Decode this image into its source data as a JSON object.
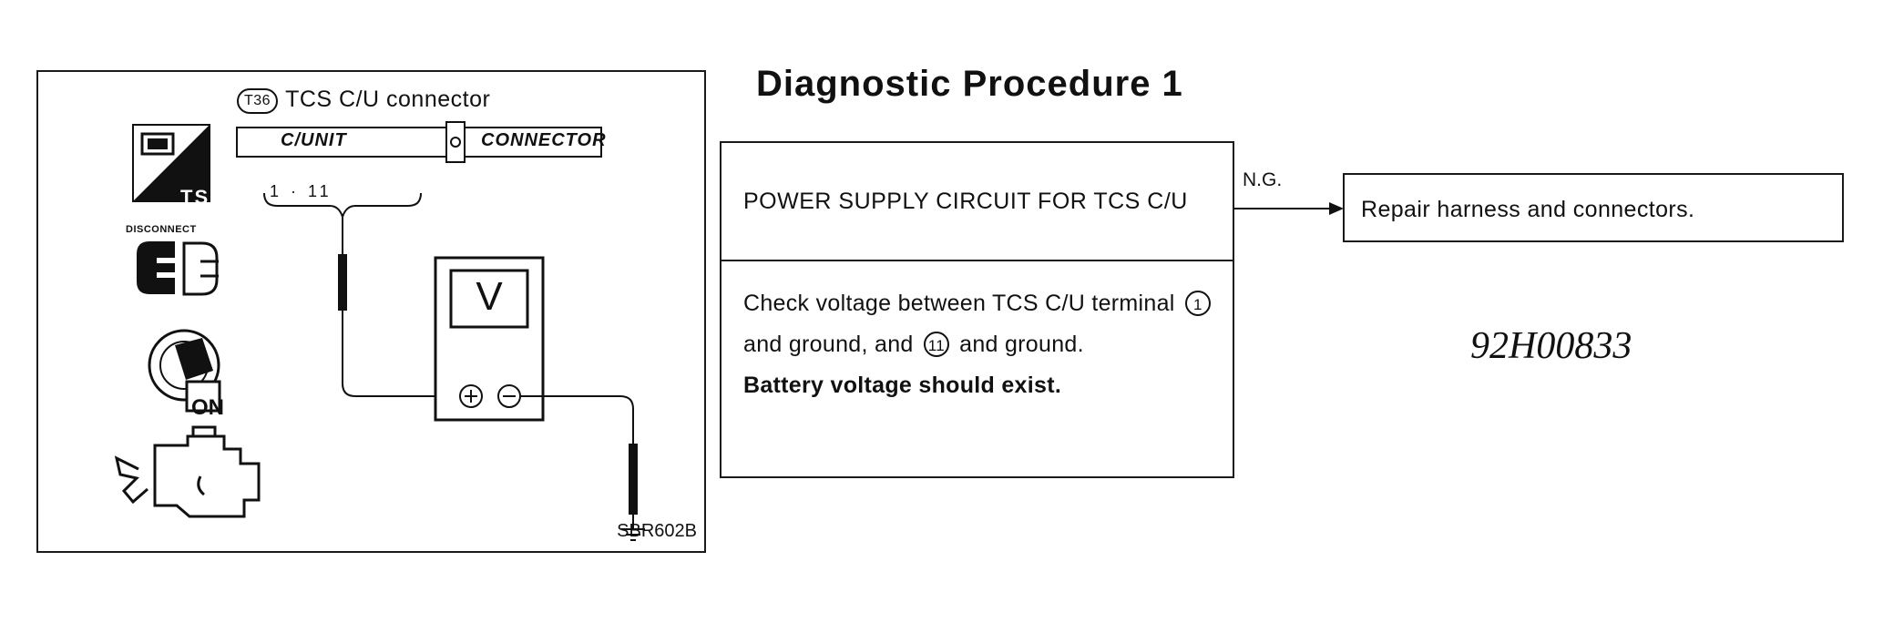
{
  "illustration": {
    "connector_tag": "T36",
    "connector_title": "TCS C/U connector",
    "connector_left_label": "C/UNIT",
    "connector_right_label": "CONNECTOR",
    "terminal_label": "1 · 11",
    "meter_label": "V",
    "plus_symbol": "+",
    "minus_symbol": "−",
    "icon_ts_label": "TS",
    "icon_disconnect_label": "DISCONNECT",
    "icon_ignition_label": "ON",
    "reference_code": "SBR602B",
    "icons": [
      "consult-ts-icon",
      "disconnect-icon",
      "ignition-on-icon",
      "engine-icon",
      "ground-icon"
    ]
  },
  "procedure": {
    "title": "Diagnostic Procedure 1",
    "step_title": "POWER SUPPLY CIRCUIT FOR TCS C/U",
    "check_part1": "Check voltage between TCS C/U terminal",
    "terminal_1": "1",
    "check_part2": "and ground, and",
    "terminal_11": "11",
    "check_part3": "and ground.",
    "expectation": "Battery voltage should exist.",
    "ng_label": "N.G.",
    "ng_result": "Repair harness and connectors."
  },
  "document_id": "92H00833"
}
